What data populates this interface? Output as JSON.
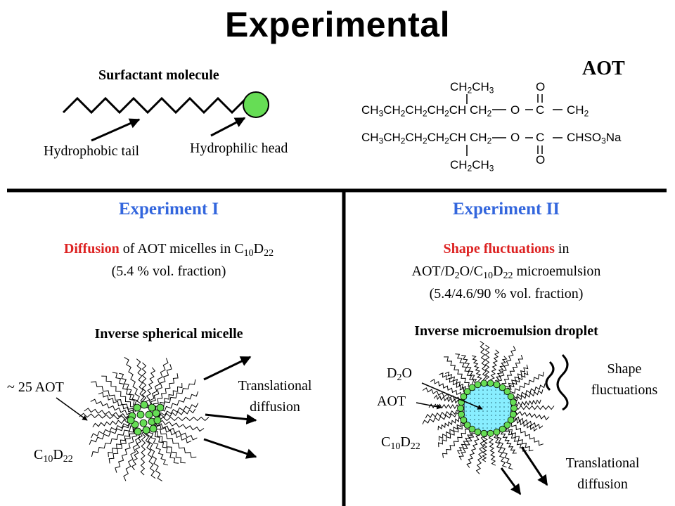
{
  "title": "Experimental",
  "top": {
    "surfactant_label": "Surfactant molecule",
    "tail_label": "Hydrophobic tail",
    "head_label": "Hydrophilic head",
    "aot_label": "AOT",
    "formula": {
      "row_top": "CH2CH3",
      "row1_chain": "CH3CH2CH2CH2CH CH2",
      "row1_o": "O",
      "row1_c": "C",
      "row1_end": "CH2",
      "row2_chain": "CH3CH2CH2CH2CH CH2",
      "row2_o": "O",
      "row2_c": "C",
      "row2_end": "CHSO3Na",
      "row_bottom": "CH2CH3",
      "carbonyl_o": "O"
    }
  },
  "exp1": {
    "heading": "Experiment I",
    "desc_red": "Diffusion",
    "desc_rest": "of AOT micelles in C10D22",
    "desc_line2": "(5.4 % vol. fraction)",
    "subheading": "Inverse spherical micelle",
    "label_aot": "~ 25 AOT",
    "label_solvent": "C10D22",
    "label_translational": "Translational",
    "label_diffusion": "diffusion"
  },
  "exp2": {
    "heading": "Experiment II",
    "desc_red": "Shape fluctuations",
    "desc_rest": "in",
    "desc_line2": "AOT/D2O/C10D22 microemulsion",
    "desc_line3": "(5.4/4.6/90 % vol. fraction)",
    "subheading": "Inverse microemulsion droplet",
    "label_d2o": "D2O",
    "label_aot": "AOT",
    "label_solvent": "C10D22",
    "label_shape": "Shape",
    "label_fluct": "fluctuations",
    "label_translational": "Translational",
    "label_diffusion": "diffusion"
  },
  "colors": {
    "heading_blue": "#3366dd",
    "highlight_red": "#dd2222",
    "head_green": "#66dd55",
    "core_cyan": "#88eeff"
  }
}
